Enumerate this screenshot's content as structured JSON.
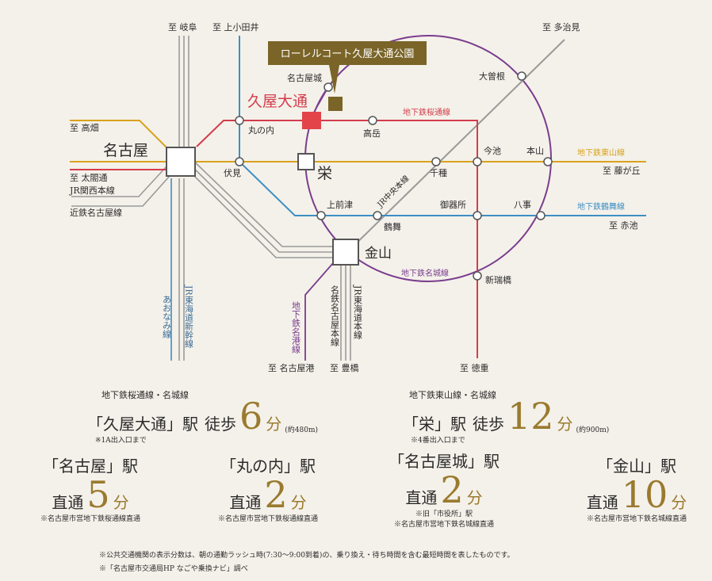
{
  "colors": {
    "sakuradori": "#d33d4c",
    "higashiyama": "#d9a21c",
    "tsurumai": "#3c8fc4",
    "meijo": "#7a3d8e",
    "jr": "#9a9a9a",
    "meitetsu": "#c8353f",
    "callout": "#7a6428",
    "gold": "#9a7a2e"
  },
  "map": {
    "callout": "ローレルコート久屋大通公園",
    "dest": {
      "gifu": "至 岐阜",
      "kamiotai": "至 上小田井",
      "tajimi": "至 多治見",
      "takabata": "至 高畑",
      "taikodori": "至 太閤通",
      "fujigaoka": "至 藤が丘",
      "akaike": "至 赤池",
      "nagoyako": "至 名古屋港",
      "toyohashi": "至 豊橋",
      "tokushige": "至 徳重"
    },
    "stations": {
      "nagoya": "名古屋",
      "hisaya": "久屋大通",
      "marunouchi": "丸の内",
      "nagoyajo": "名古屋城",
      "takaoka": "高岳",
      "sakae": "栄",
      "fushimi": "伏見",
      "kanayama": "金山",
      "osone": "大曽根",
      "imaike": "今池",
      "motoyama": "本山",
      "chikusa": "千種",
      "kamimaezu": "上前津",
      "tsurumai": "鶴舞",
      "gokiso": "御器所",
      "yagoto": "八事",
      "aratamabashi": "新瑞橋"
    },
    "lines": {
      "sakuradori": "地下鉄桜通線",
      "higashiyama": "地下鉄東山線",
      "tsurumai": "地下鉄鶴舞線",
      "meijo": "地下鉄名城線",
      "chuo": "JR中央本線",
      "kansai": "JR関西本線",
      "kintetsu": "近鉄名古屋線",
      "tokaido": "JR東海道新幹線",
      "aonami": "あおなみ線",
      "meiko": "地下鉄名港線",
      "meitetsu": "名鉄名古屋本線",
      "jrtokaido": "JR東海道本線"
    }
  },
  "info": {
    "hisaya": {
      "lines": "地下鉄桜通線・名城線",
      "station": "「久屋大通」駅",
      "walk": "徒歩",
      "num": "6",
      "unit": "分",
      "dist": "(約480m)",
      "note": "※1A出入口まで"
    },
    "sakae": {
      "lines": "地下鉄東山線・名城線",
      "station": "「栄」駅",
      "walk": "徒歩",
      "num": "12",
      "unit": "分",
      "dist": "(約900m)",
      "note": "※4番出入口まで"
    },
    "nagoya": {
      "station": "「名古屋」駅",
      "direct": "直通",
      "num": "5",
      "unit": "分",
      "note": "※名古屋市営地下鉄桜通線直通"
    },
    "marunouchi": {
      "station": "「丸の内」駅",
      "direct": "直通",
      "num": "2",
      "unit": "分",
      "note": "※名古屋市営地下鉄桜通線直通"
    },
    "nagoyajo": {
      "station": "「名古屋城」駅",
      "direct": "直通",
      "num": "2",
      "unit": "分",
      "note1": "※旧「市役所」駅",
      "note2": "※名古屋市営地下鉄名城線直通"
    },
    "kanayama": {
      "station": "「金山」駅",
      "direct": "直通",
      "num": "10",
      "unit": "分",
      "note": "※名古屋市営地下鉄名城線直通"
    }
  },
  "footnotes": {
    "f1": "※公共交通機関の表示分数は、朝の通勤ラッシュ時(7:30〜9:00到着)の、乗り換え・待ち時間を含む最短時間を表したものです。",
    "f2": "※「名古屋市交通局HP なごや乗換ナビ」調べ"
  }
}
